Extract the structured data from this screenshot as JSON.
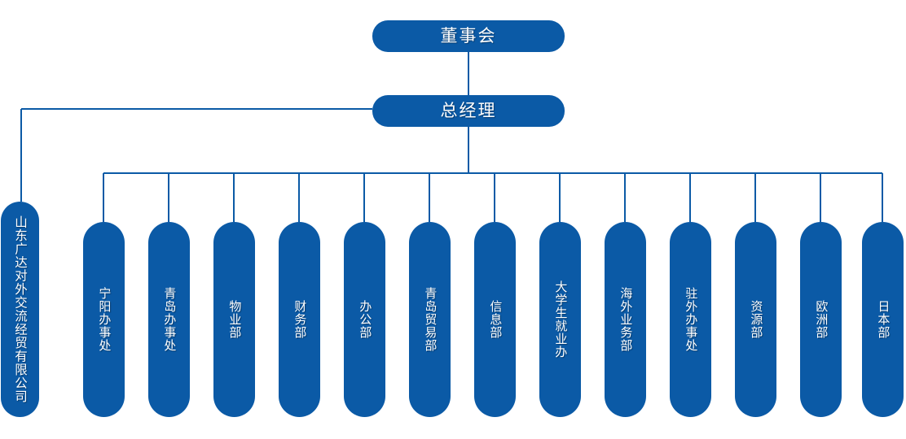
{
  "chart_data": {
    "type": "diagram",
    "title": "组织结构图",
    "diagram_kind": "org-chart",
    "accent_color": "#0B5AA6",
    "text_color": "#FFFFFF",
    "background_color": "#FFFFFF",
    "nodes": [
      {
        "id": "board",
        "label": "董事会",
        "level": 0,
        "orientation": "horizontal"
      },
      {
        "id": "gm",
        "label": "总经理",
        "level": 1,
        "orientation": "horizontal"
      },
      {
        "id": "company",
        "label": "山东广达对外交流经贸有限公司",
        "level": 2,
        "orientation": "vertical"
      },
      {
        "id": "d1",
        "label": "宁阳办事处",
        "level": 2,
        "orientation": "vertical"
      },
      {
        "id": "d2",
        "label": "青岛办事处",
        "level": 2,
        "orientation": "vertical"
      },
      {
        "id": "d3",
        "label": "物业部",
        "level": 2,
        "orientation": "vertical"
      },
      {
        "id": "d4",
        "label": "财务部",
        "level": 2,
        "orientation": "vertical"
      },
      {
        "id": "d5",
        "label": "办公部",
        "level": 2,
        "orientation": "vertical"
      },
      {
        "id": "d6",
        "label": "青岛贸易部",
        "level": 2,
        "orientation": "vertical"
      },
      {
        "id": "d7",
        "label": "信息部",
        "level": 2,
        "orientation": "vertical"
      },
      {
        "id": "d8",
        "label": "大学生就业办",
        "level": 2,
        "orientation": "vertical"
      },
      {
        "id": "d9",
        "label": "海外业务部",
        "level": 2,
        "orientation": "vertical"
      },
      {
        "id": "d10",
        "label": "驻外办事处",
        "level": 2,
        "orientation": "vertical"
      },
      {
        "id": "d11",
        "label": "资源部",
        "level": 2,
        "orientation": "vertical"
      },
      {
        "id": "d12",
        "label": "欧洲部",
        "level": 2,
        "orientation": "vertical"
      },
      {
        "id": "d13",
        "label": "日本部",
        "level": 2,
        "orientation": "vertical"
      }
    ],
    "edges": [
      {
        "from": "board",
        "to": "gm"
      },
      {
        "from": "gm",
        "to": "company"
      },
      {
        "from": "gm",
        "to": "d1"
      },
      {
        "from": "gm",
        "to": "d2"
      },
      {
        "from": "gm",
        "to": "d3"
      },
      {
        "from": "gm",
        "to": "d4"
      },
      {
        "from": "gm",
        "to": "d5"
      },
      {
        "from": "gm",
        "to": "d6"
      },
      {
        "from": "gm",
        "to": "d7"
      },
      {
        "from": "gm",
        "to": "d8"
      },
      {
        "from": "gm",
        "to": "d9"
      },
      {
        "from": "gm",
        "to": "d10"
      },
      {
        "from": "gm",
        "to": "d11"
      },
      {
        "from": "gm",
        "to": "d12"
      },
      {
        "from": "gm",
        "to": "d13"
      }
    ]
  },
  "top": {
    "board_label": "董事会",
    "gm_label": "总经理"
  },
  "company": {
    "label": "山东广达对外交流经贸有限公司"
  },
  "departments": [
    {
      "label": "宁阳办事处"
    },
    {
      "label": "青岛办事处"
    },
    {
      "label": "物业部"
    },
    {
      "label": "财务部"
    },
    {
      "label": "办公部"
    },
    {
      "label": "青岛贸易部"
    },
    {
      "label": "信息部"
    },
    {
      "label": "大学生就业办"
    },
    {
      "label": "海外业务部"
    },
    {
      "label": "驻外办事处"
    },
    {
      "label": "资源部"
    },
    {
      "label": "欧洲部"
    },
    {
      "label": "日本部"
    }
  ]
}
